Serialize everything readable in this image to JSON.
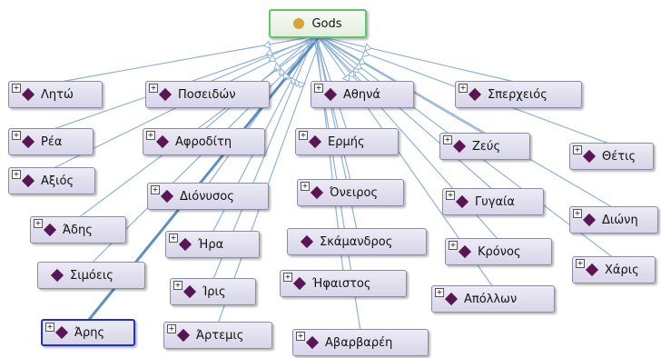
{
  "root": {
    "label": "Gods"
  },
  "nodes": [
    {
      "id": "leto",
      "label": "Λητώ"
    },
    {
      "id": "poseidon",
      "label": "Ποσειδών"
    },
    {
      "id": "athena",
      "label": "Αθηνά"
    },
    {
      "id": "spercheios",
      "label": "Σπερχειός"
    },
    {
      "id": "rhea",
      "label": "Ρέα"
    },
    {
      "id": "aphrodite",
      "label": "Αφροδίτη"
    },
    {
      "id": "hermes",
      "label": "Ερμής"
    },
    {
      "id": "zeus",
      "label": "Ζεύς"
    },
    {
      "id": "thetis",
      "label": "Θέτις"
    },
    {
      "id": "axios",
      "label": "Αξιός"
    },
    {
      "id": "dionysus",
      "label": "Διόνυσος"
    },
    {
      "id": "oneiros",
      "label": "Όνειρος"
    },
    {
      "id": "gaia",
      "label": "Γυγαία"
    },
    {
      "id": "dione",
      "label": "Διώνη"
    },
    {
      "id": "hades",
      "label": "Άδης"
    },
    {
      "id": "hera",
      "label": "Ήρα"
    },
    {
      "id": "skamandros",
      "label": "Σκάμανδρος"
    },
    {
      "id": "kronos",
      "label": "Κρόνος"
    },
    {
      "id": "charis",
      "label": "Χάρις"
    },
    {
      "id": "simoeis",
      "label": "Σιμόεις"
    },
    {
      "id": "iris",
      "label": "Ίρις"
    },
    {
      "id": "hephaestus",
      "label": "Ήφαιστος"
    },
    {
      "id": "apollo",
      "label": "Απόλλων"
    },
    {
      "id": "ares",
      "label": "Άρης"
    },
    {
      "id": "artemis",
      "label": "Άρτεμις"
    },
    {
      "id": "abarbaree",
      "label": "Αβαρβαρέη"
    }
  ],
  "colors": {
    "edge": "#8fb3d6",
    "edge_highlight": "#5f8fc2",
    "root_border": "#61c46a",
    "selected_border": "#2030d8",
    "individual_diamond": "#5a1553"
  },
  "icons": {
    "root": "class-circle-icon",
    "node": "individual-diamond-icon",
    "expander": "expand-plus-icon"
  }
}
